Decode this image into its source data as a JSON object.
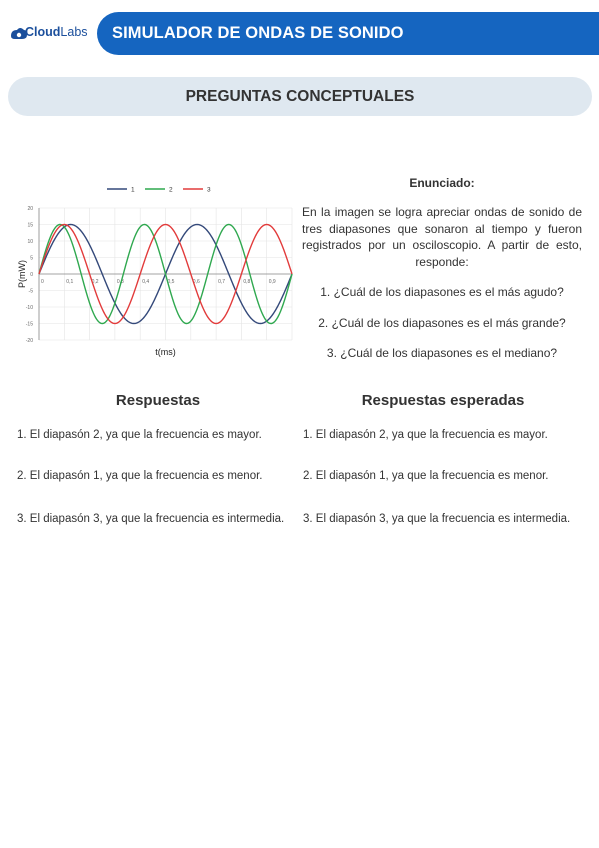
{
  "header": {
    "logo_text_bold": "Cloud",
    "logo_text_light": "Labs",
    "title": "SIMULADOR DE ONDAS DE SONIDO"
  },
  "section": {
    "title": "PREGUNTAS CONCEPTUALES"
  },
  "enunciado": {
    "heading": "Enunciado:",
    "body": "En la imagen se logra apreciar ondas de sonido de tres diapasones que sonaron al tiempo y fueron registrados por un osciloscopio. A partir de esto, responde:",
    "questions": [
      "1. ¿Cuál de los diapasones es el más agudo?",
      "2. ¿Cuál de los diapasones es el más grande?",
      "3. ¿Cuál de los diapasones es el mediano?"
    ]
  },
  "respuestas": {
    "heading": "Respuestas",
    "items": [
      "1. El diapasón 2, ya que la frecuencia es mayor.",
      "2. El diapasón 1, ya que la frecuencia es menor.",
      "3. El diapasón 3, ya que la frecuencia es intermedia."
    ]
  },
  "respuestas_esperadas": {
    "heading": "Respuestas esperadas",
    "items": [
      "1. El diapasón 2, ya que la frecuencia es mayor.",
      "2. El diapasón 1, ya que la frecuencia es menor.",
      "3. El diapasón 3, ya que la frecuencia es intermedia."
    ]
  },
  "colors": {
    "header": "#1565c0",
    "section_bar": "#dfe8f0",
    "series1": "#34497a",
    "series2": "#2fa84f",
    "series3": "#e23b3b"
  },
  "chart_data": {
    "type": "line",
    "xlabel": "t(ms)",
    "ylabel": "P(mW)",
    "xlim": [
      0,
      1.0
    ],
    "ylim": [
      -20,
      20
    ],
    "x_ticks": [
      "0",
      "0,1",
      "0,2",
      "0,3",
      "0,4",
      "0,5",
      "0,6",
      "0,7",
      "0,8",
      "0,9"
    ],
    "y_ticks": [
      "20",
      "15",
      "10",
      "5",
      "0",
      "-5",
      "-10",
      "-15",
      "-20"
    ],
    "legend_position": "top",
    "grid": true,
    "series": [
      {
        "name": "1",
        "amplitude": 15,
        "frequency_khz": 2.0
      },
      {
        "name": "2",
        "amplitude": 15,
        "frequency_khz": 3.0
      },
      {
        "name": "3",
        "amplitude": 15,
        "frequency_khz": 2.5
      }
    ]
  }
}
